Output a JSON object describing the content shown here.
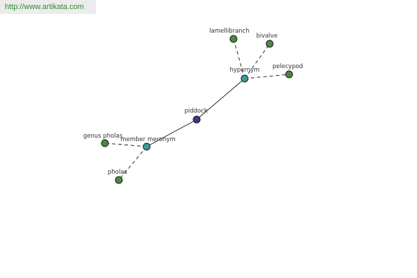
{
  "watermark": {
    "text": "http://www.artikata.com",
    "color": "#2e8b2e"
  },
  "colors": {
    "center": "#3a3a8c",
    "relation": "#3b9a9a",
    "term": "#4a8a3f",
    "edge": "#111111",
    "label": "#333333"
  },
  "graph": {
    "nodes": [
      {
        "id": "piddock",
        "label": "piddock",
        "kind": "center"
      },
      {
        "id": "hypernym",
        "label": "hypernym",
        "kind": "relation"
      },
      {
        "id": "member-meronym",
        "label": "member meronym",
        "kind": "relation"
      },
      {
        "id": "lamellibranch",
        "label": "lamellibranch",
        "kind": "term"
      },
      {
        "id": "bivalve",
        "label": "bivalve",
        "kind": "term"
      },
      {
        "id": "pelecypod",
        "label": "pelecypod",
        "kind": "term"
      },
      {
        "id": "genus-pholas",
        "label": "genus pholas",
        "kind": "term"
      },
      {
        "id": "pholas",
        "label": "pholas",
        "kind": "term"
      }
    ],
    "edges": [
      {
        "from": "piddock",
        "to": "hypernym",
        "style": "solid"
      },
      {
        "from": "piddock",
        "to": "member-meronym",
        "style": "solid"
      },
      {
        "from": "hypernym",
        "to": "lamellibranch",
        "style": "dashed"
      },
      {
        "from": "hypernym",
        "to": "bivalve",
        "style": "dashed"
      },
      {
        "from": "hypernym",
        "to": "pelecypod",
        "style": "dashed"
      },
      {
        "from": "member-meronym",
        "to": "genus-pholas",
        "style": "dashed"
      },
      {
        "from": "member-meronym",
        "to": "pholas",
        "style": "dashed"
      }
    ]
  }
}
